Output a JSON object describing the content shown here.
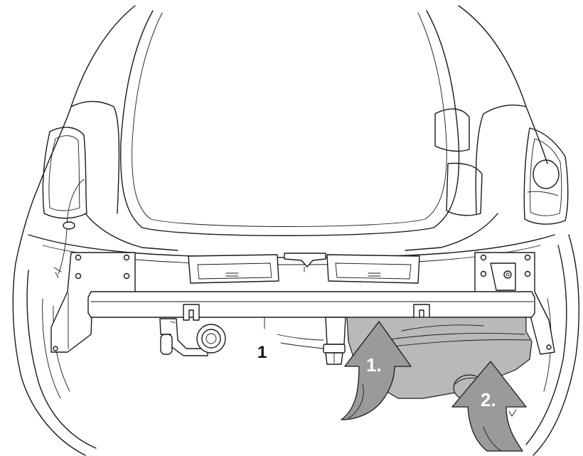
{
  "part_label": "1",
  "steps": [
    {
      "label": "1."
    },
    {
      "label": "2."
    }
  ],
  "colors": {
    "line": "#1a1a1a",
    "arrow_fill": "#9a9a9a",
    "highlighted_part": "#b9b9b9",
    "background": "#ffffff"
  }
}
